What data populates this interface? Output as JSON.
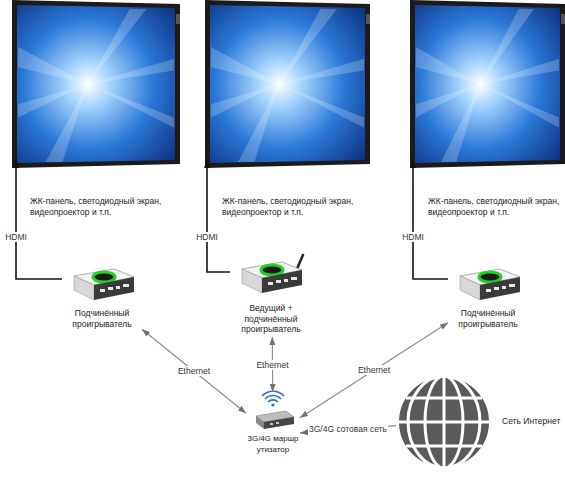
{
  "diagram": {
    "nodes": [
      {
        "text": [
          "ЖК-панель, светодиодный экран, видеопроектор и т.п."
        ]
      },
      {
        "text": [
          "ЖК-панель, светодиодный экран, видеопроектор и т.п."
        ]
      },
      {
        "text": [
          "ЖК-панель, светодиодный экран, видеопроектор и т.п."
        ]
      },
      {
        "text": [
          "Подчинённый проигрыватель"
        ]
      },
      {
        "text": [
          "Ведущий + подчинённый проигрыватель"
        ]
      },
      {
        "text": [
          "Подчинённый проигрыватель"
        ]
      },
      {
        "text": [
          "3G/4G маршрутизатор"
        ]
      },
      {
        "text": [
          "Сеть Интернет"
        ]
      }
    ],
    "edges": [
      {
        "from": 3,
        "to": 0,
        "label": "HDMI",
        "arrow": "to"
      },
      {
        "from": 4,
        "to": 1,
        "label": "HDMI",
        "arrow": "to"
      },
      {
        "from": 5,
        "to": 2,
        "label": "HDMI",
        "arrow": "to"
      },
      {
        "from": 6,
        "to": 3,
        "label": "Ethernet",
        "arrow": "both"
      },
      {
        "from": 6,
        "to": 4,
        "label": "Ethernet",
        "arrow": "both"
      },
      {
        "from": 6,
        "to": 5,
        "label": "Ethernet",
        "arrow": "both"
      },
      {
        "from": 7,
        "to": 6,
        "label": "3G/4G сотовая сеть",
        "arrow": "to"
      }
    ]
  }
}
